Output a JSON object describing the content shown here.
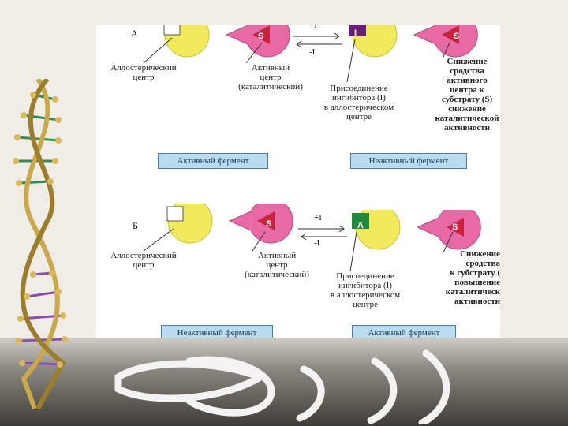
{
  "colors": {
    "allosteric_subunit": "#f0ea5c",
    "active_subunit": "#e76aa4",
    "substrate": "#c8233b",
    "inhibitor": "#6a1f78",
    "activator": "#1f8a3a",
    "box_fill": "#b9dcef"
  },
  "panel_a": {
    "label": "А",
    "arrow_top": "+I",
    "arrow_bottom": "-I",
    "allosteric_label": "Аллостерический\nцентр",
    "active_label": "Активный\nцентр\n(каталитический)",
    "binding_label": "Присоединение\nингибитора (I)\nв аллостерическом\nцентре",
    "result_label": "Снижение\nсродства\nактивного\nцентра к\nсубстрату (S)\nснижение\nкаталитической\nактивности",
    "left_box": "Активный фермент",
    "right_box": "Неактивный фермент",
    "substrate": "S",
    "modifier": "I"
  },
  "panel_b": {
    "label": "Б",
    "arrow_top": "+I",
    "arrow_bottom": "-I",
    "allosteric_label": "Аллостерический\nцентр",
    "active_label": "Активный\nцентр\n(каталитический)",
    "binding_label": "Присоединение\nингибитора (I)\nв аллостерическом\nцентре",
    "result_label": "Снижение\nсродства\nк субстрату (\nповышение\nкаталитическ\nактивности",
    "left_box": "Неактивный фермент",
    "right_box": "Активный фермент",
    "substrate": "S",
    "modifier": "A"
  }
}
